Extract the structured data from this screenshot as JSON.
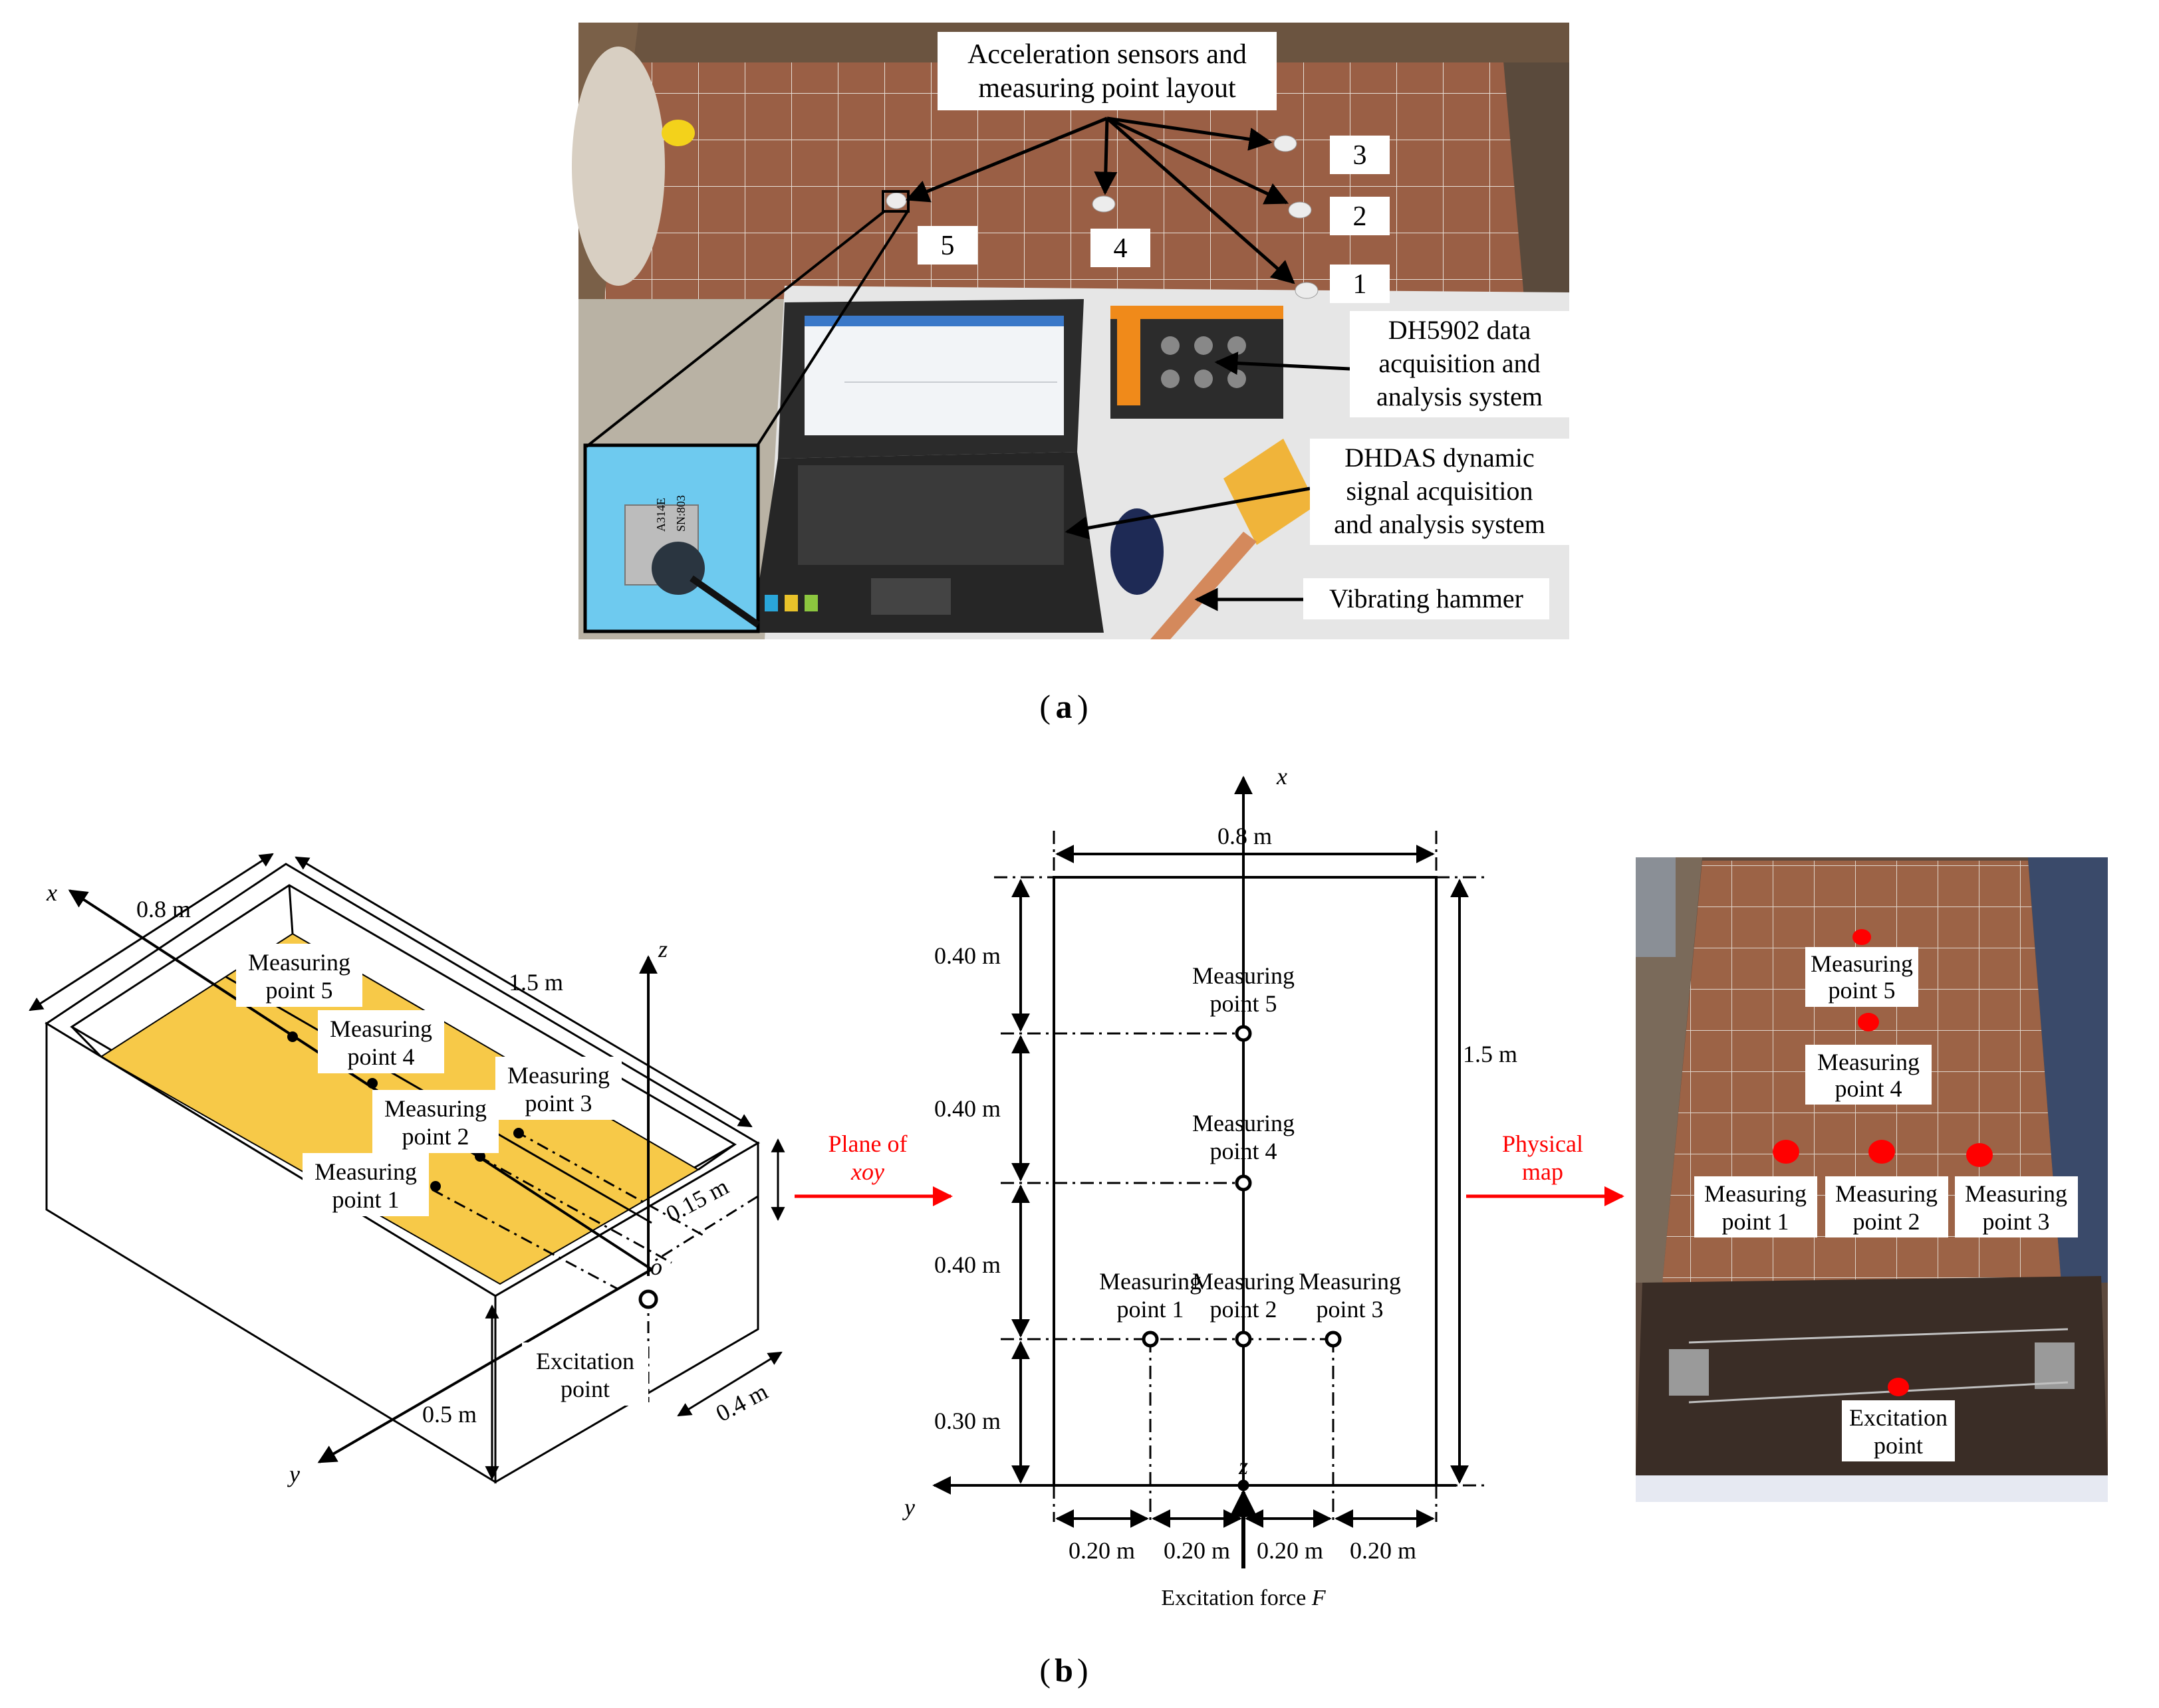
{
  "panel_a": {
    "label_open": "(",
    "label_letter": "a",
    "label_close": ")",
    "title_line1": "Acceleration sensors and",
    "title_line2": "measuring point layout",
    "points": [
      "1",
      "2",
      "3",
      "4",
      "5"
    ],
    "dh5902": [
      "DH5902 data",
      "acquisition and",
      "analysis system"
    ],
    "dhdas": [
      "DHDAS dynamic",
      "signal acquisition",
      "and analysis system"
    ],
    "hammer": "Vibrating hammer",
    "sensor_text": [
      "A314E",
      "SN:803"
    ]
  },
  "panel_b": {
    "label_open": "(",
    "label_letter": "b",
    "label_close": ")",
    "iso": {
      "width": "0.8 m",
      "length": "1.5 m",
      "depth": "0.15 m",
      "height": "0.5 m",
      "offset": "0.4 m",
      "axis_x": "x",
      "axis_y": "y",
      "axis_z": "z",
      "origin": "o",
      "mp_line1": "Measuring",
      "mp_line2": [
        "point 1",
        "point 2",
        "point 3",
        "point 4",
        "point 5"
      ],
      "excitation": [
        "Excitation",
        "point"
      ]
    },
    "arrow_left": [
      "Plane of",
      "xoy"
    ],
    "arrow_right": [
      "Physical",
      "map"
    ],
    "plane": {
      "width": "0.8 m",
      "length": "1.5 m",
      "segments_v": [
        "0.40 m",
        "0.40 m",
        "0.40 m",
        "0.30 m"
      ],
      "segments_h": [
        "0.20 m",
        "0.20 m",
        "0.20 m",
        "0.20 m"
      ],
      "axis_x": "x",
      "axis_y": "y",
      "axis_z": "z",
      "force_text": "Excitation force ",
      "force_var": "F"
    },
    "photo": {
      "mp": [
        "Measuring",
        "point 1",
        "point 2",
        "point 3",
        "point 4",
        "point 5"
      ],
      "excitation": [
        "Excitation",
        "point"
      ]
    }
  },
  "colors": {
    "soil": "#9a5f45",
    "board": "#dcdcdc",
    "laptop": "#2a2a2a",
    "yellow_plane": "#f7c948",
    "red_marker": "#ff0000",
    "steel": "#4a3a32"
  }
}
